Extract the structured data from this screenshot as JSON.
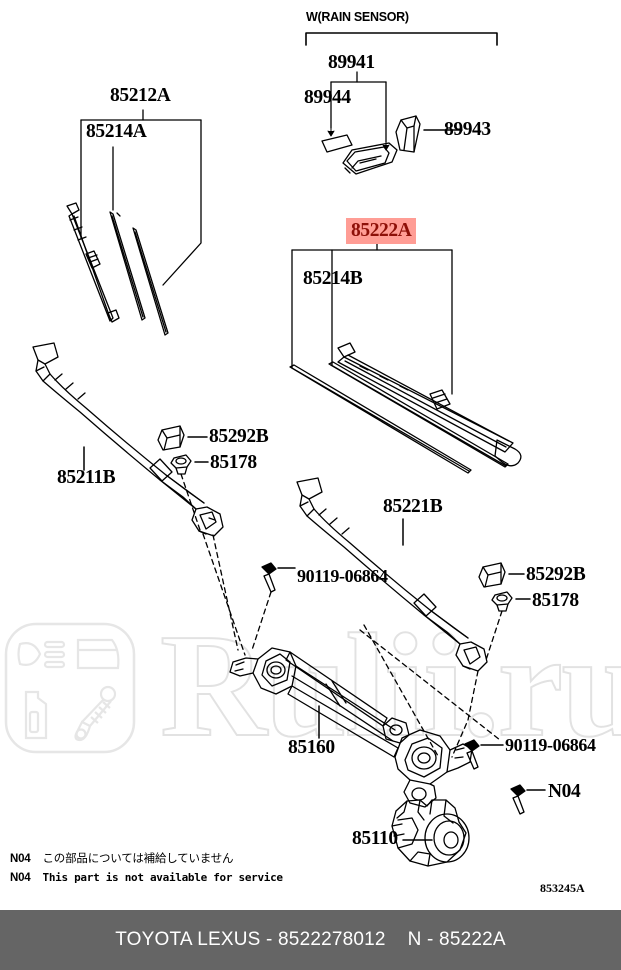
{
  "diagram": {
    "id_code": "853245A",
    "group_header": "W(RAIN SENSOR)",
    "highlighted_part": "85222A",
    "callouts": [
      {
        "key": "c_85212A",
        "label": "85212A"
      },
      {
        "key": "c_85214A",
        "label": "85214A"
      },
      {
        "key": "c_89941",
        "label": "89941"
      },
      {
        "key": "c_89944",
        "label": "89944"
      },
      {
        "key": "c_89943",
        "label": "89943"
      },
      {
        "key": "c_85222A",
        "label": "85222A"
      },
      {
        "key": "c_85214B",
        "label": "85214B"
      },
      {
        "key": "c_85211B",
        "label": "85211B"
      },
      {
        "key": "c_85292B_left",
        "label": "85292B"
      },
      {
        "key": "c_85178_left",
        "label": "85178"
      },
      {
        "key": "c_85221B",
        "label": "85221B"
      },
      {
        "key": "c_85292B_right",
        "label": "85292B"
      },
      {
        "key": "c_85178_right",
        "label": "85178"
      },
      {
        "key": "c_90119_upper",
        "label": "90119-06864"
      },
      {
        "key": "c_90119_lower",
        "label": "90119-06864"
      },
      {
        "key": "c_85160",
        "label": "85160"
      },
      {
        "key": "c_85110",
        "label": "85110"
      },
      {
        "key": "c_N04",
        "label": "N04"
      }
    ],
    "notes": [
      {
        "code": "N04",
        "text": "この部品については補給していません"
      },
      {
        "code": "N04",
        "text": "This part is not available for service"
      }
    ],
    "watermark": {
      "text": "Rulii.ru"
    },
    "colors": {
      "highlight_bg": "#ff9d95",
      "highlight_fg": "#8d1008",
      "footer_bg": "#656565",
      "line": "#000000"
    }
  },
  "footer": {
    "brand": "TOYOTA LEXUS",
    "separator": " - ",
    "part_number": "8522278012",
    "spacer": "    ",
    "suffix_prefix": "N",
    "suffix_separator": " - ",
    "suffix_code": "85222A"
  }
}
